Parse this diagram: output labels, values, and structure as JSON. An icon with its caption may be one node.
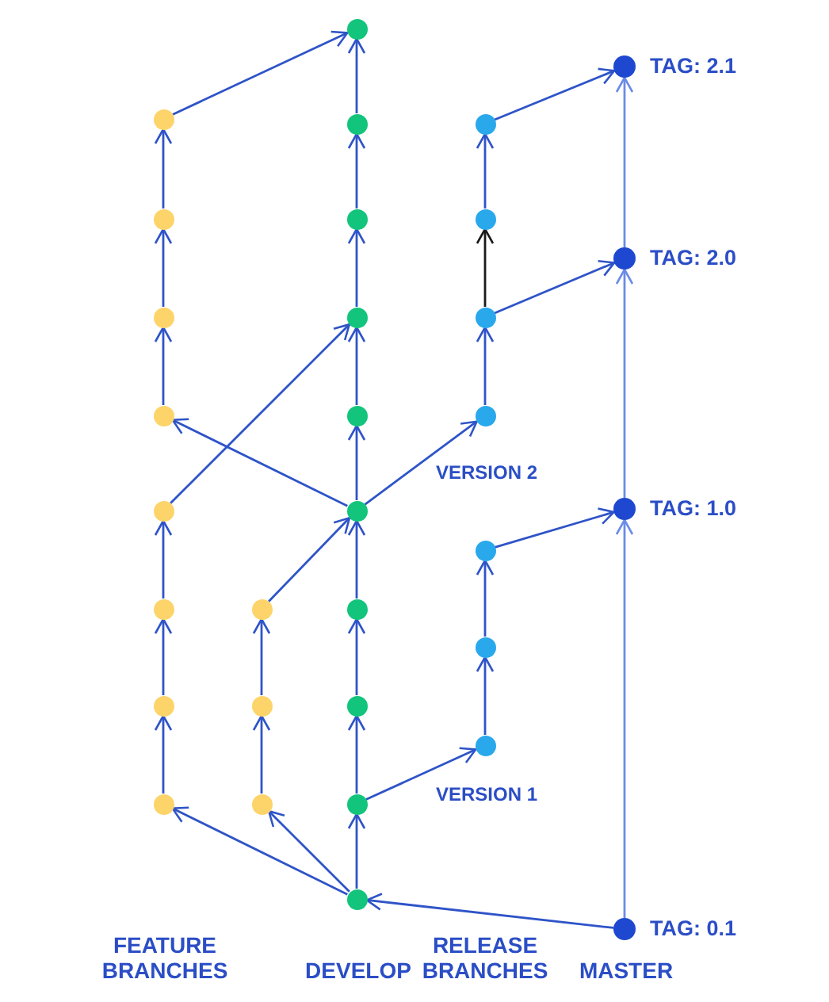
{
  "diagram": {
    "nodes": [
      {
        "text": [],
        "shape": "circle"
      },
      {
        "text": [],
        "shape": "circle"
      },
      {
        "text": [],
        "shape": "circle"
      },
      {
        "text": [],
        "shape": "circle"
      },
      {
        "text": [],
        "shape": "circle"
      },
      {
        "text": [],
        "shape": "circle"
      },
      {
        "text": [],
        "shape": "circle"
      },
      {
        "text": [],
        "shape": "circle"
      },
      {
        "text": [],
        "shape": "circle"
      },
      {
        "text": [],
        "shape": "circle"
      },
      {
        "text": [],
        "shape": "circle"
      },
      {
        "text": [],
        "shape": "circle"
      },
      {
        "text": [],
        "shape": "circle"
      },
      {
        "text": [],
        "shape": "circle"
      },
      {
        "text": [],
        "shape": "circle"
      },
      {
        "text": [],
        "shape": "circle"
      },
      {
        "text": [],
        "shape": "circle"
      },
      {
        "text": [],
        "shape": "circle"
      },
      {
        "text": [],
        "shape": "circle"
      },
      {
        "text": [],
        "shape": "circle"
      },
      {
        "text": [],
        "shape": "circle"
      },
      {
        "text": [],
        "shape": "circle"
      },
      {
        "text": [],
        "shape": "circle"
      },
      {
        "text": [],
        "shape": "circle"
      },
      {
        "text": [],
        "shape": "circle",
        "beside": [
          "VERSION 2"
        ]
      },
      {
        "text": [],
        "shape": "circle"
      },
      {
        "text": [],
        "shape": "circle"
      },
      {
        "text": [],
        "shape": "circle",
        "beside": [
          "VERSION 1"
        ]
      },
      {
        "text": [],
        "shape": "circle",
        "beside": [
          "TAG: 2.1"
        ]
      },
      {
        "text": [],
        "shape": "circle",
        "beside": [
          "TAG: 2.0"
        ]
      },
      {
        "text": [],
        "shape": "circle",
        "beside": [
          "TAG: 1.0"
        ]
      },
      {
        "text": [],
        "shape": "circle",
        "beside": [
          "TAG: 0.1"
        ]
      }
    ],
    "edges": [
      {
        "from": 7,
        "to": 6,
        "arrow": "to"
      },
      {
        "from": 6,
        "to": 5,
        "arrow": "to"
      },
      {
        "from": 5,
        "to": 4,
        "arrow": "to"
      },
      {
        "from": 4,
        "to": 14,
        "arrow": "to"
      },
      {
        "from": 3,
        "to": 2,
        "arrow": "to"
      },
      {
        "from": 2,
        "to": 1,
        "arrow": "to"
      },
      {
        "from": 1,
        "to": 0,
        "arrow": "to"
      },
      {
        "from": 0,
        "to": 11,
        "arrow": "to"
      },
      {
        "from": 16,
        "to": 3,
        "arrow": "to"
      },
      {
        "from": 10,
        "to": 9,
        "arrow": "to"
      },
      {
        "from": 9,
        "to": 8,
        "arrow": "to"
      },
      {
        "from": 8,
        "to": 16,
        "arrow": "to"
      },
      {
        "from": 20,
        "to": 19,
        "arrow": "to"
      },
      {
        "from": 19,
        "to": 18,
        "arrow": "to"
      },
      {
        "from": 18,
        "to": 17,
        "arrow": "to"
      },
      {
        "from": 17,
        "to": 16,
        "arrow": "to"
      },
      {
        "from": 16,
        "to": 15,
        "arrow": "to"
      },
      {
        "from": 15,
        "to": 14,
        "arrow": "to"
      },
      {
        "from": 14,
        "to": 13,
        "arrow": "to"
      },
      {
        "from": 13,
        "to": 12,
        "arrow": "to"
      },
      {
        "from": 12,
        "to": 11,
        "arrow": "to"
      },
      {
        "from": 20,
        "to": 7,
        "arrow": "to"
      },
      {
        "from": 20,
        "to": 10,
        "arrow": "to"
      },
      {
        "from": 31,
        "to": 20,
        "arrow": "to"
      },
      {
        "from": 19,
        "to": 27,
        "arrow": "to"
      },
      {
        "from": 16,
        "to": 24,
        "arrow": "to"
      },
      {
        "from": 27,
        "to": 26,
        "arrow": "to"
      },
      {
        "from": 26,
        "to": 25,
        "arrow": "to"
      },
      {
        "from": 25,
        "to": 30,
        "arrow": "to"
      },
      {
        "from": 24,
        "to": 23,
        "arrow": "to"
      },
      {
        "from": 23,
        "to": 22,
        "arrow": "to",
        "color": "#1a1a1a"
      },
      {
        "from": 22,
        "to": 21,
        "arrow": "to"
      },
      {
        "from": 21,
        "to": 28,
        "arrow": "to"
      },
      {
        "from": 23,
        "to": 29,
        "arrow": "to"
      },
      {
        "from": 31,
        "to": 30,
        "arrow": "to",
        "color": "#6b8ce6"
      },
      {
        "from": 30,
        "to": 29,
        "arrow": "to",
        "color": "#6b8ce6"
      },
      {
        "from": 29,
        "to": 28,
        "arrow": "to",
        "color": "#6b8ce6"
      }
    ],
    "labels": [
      "FEATURE BRANCHES",
      "DEVELOP",
      "RELEASE BRANCHES",
      "MASTER"
    ]
  }
}
